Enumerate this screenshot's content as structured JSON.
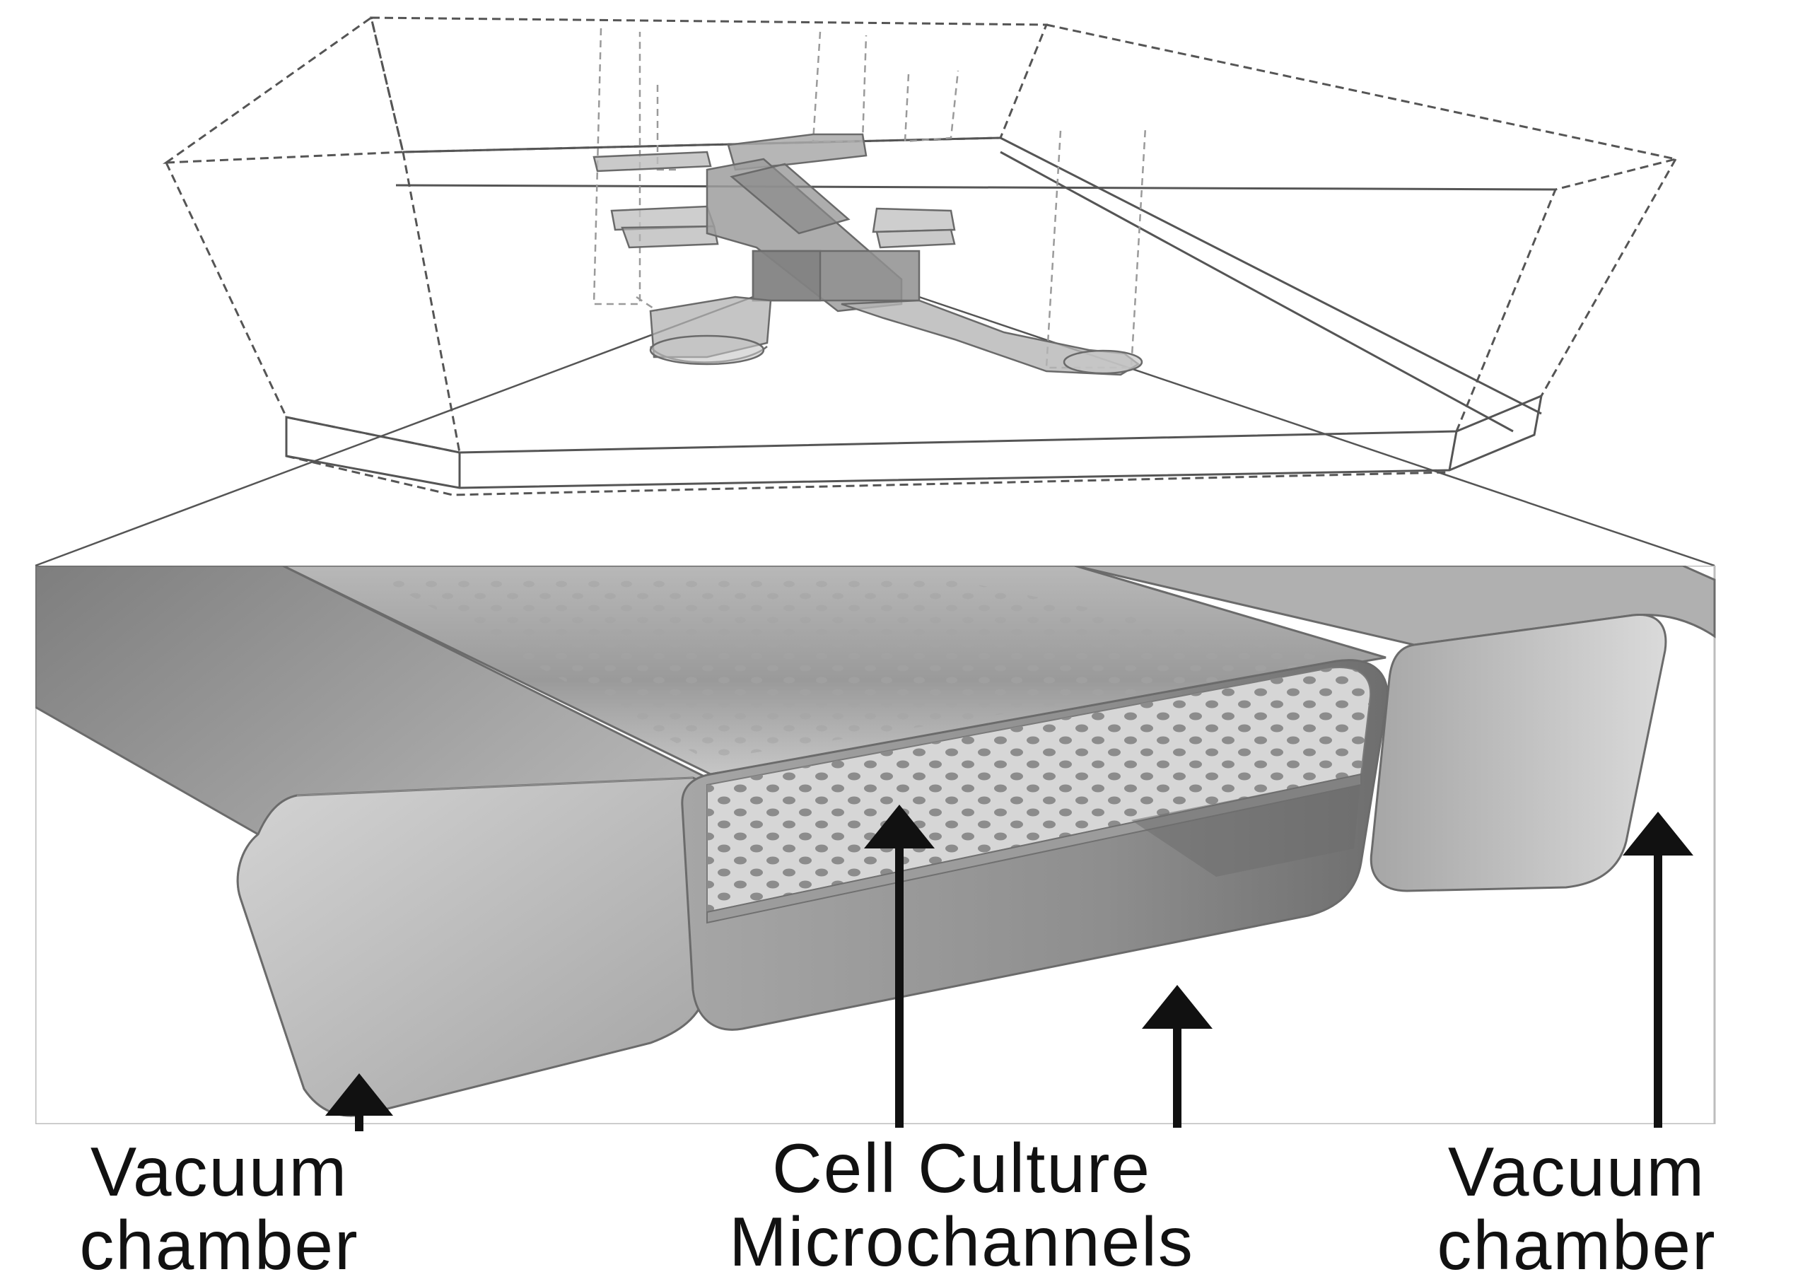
{
  "labels": {
    "left": {
      "line1": "Vacuum",
      "line2": "chamber"
    },
    "center": {
      "line1": "Cell Culture",
      "line2": "Microchannels"
    },
    "right": {
      "line1": "Vacuum",
      "line2": "chamber"
    }
  },
  "colors": {
    "outline": "#555555",
    "tube_dark": "#8a8a8a",
    "tube_mid": "#b4b4b4",
    "tube_light": "#d8d8d8",
    "membrane": "#cfcfcf",
    "arrow": "#111111"
  }
}
